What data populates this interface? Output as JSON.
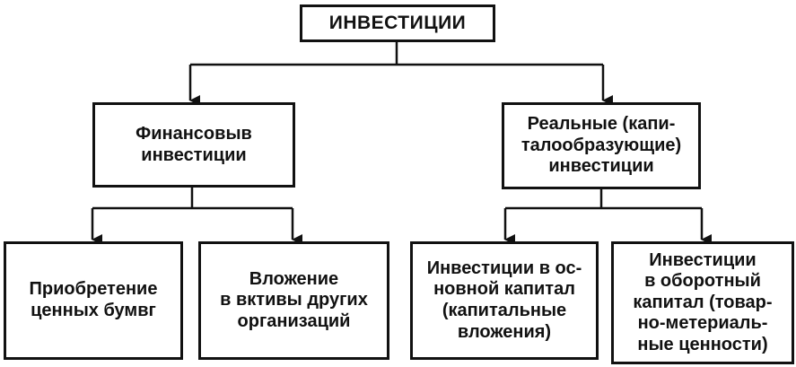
{
  "diagram": {
    "root": {
      "label": "ИНВЕСТИЦИИ"
    },
    "level1": [
      {
        "id": "financial",
        "label": "Финансовыв\nинвестиции"
      },
      {
        "id": "real",
        "label": "Реальные (капи-\nталообразующие)\nинвестиции"
      }
    ],
    "level2": [
      {
        "id": "securities",
        "parent": "financial",
        "label": "Приобретение\nценных бумвг"
      },
      {
        "id": "other_orgs",
        "parent": "financial",
        "label": "Вложение\nв вктивы других\nорганизаций"
      },
      {
        "id": "fixed_capital",
        "parent": "real",
        "label": "Инвестиции в ос-\nновной капитал\n(капитальные\nвложения)"
      },
      {
        "id": "working_capital",
        "parent": "real",
        "label": "Инвестиции\nв оборотный\nкапитал (товар-\nно-метериаль-\nные ценности)"
      }
    ],
    "colors": {
      "line": "#111111",
      "box_border": "#111111",
      "box_fill": "#ffffff",
      "text": "#111111"
    }
  }
}
